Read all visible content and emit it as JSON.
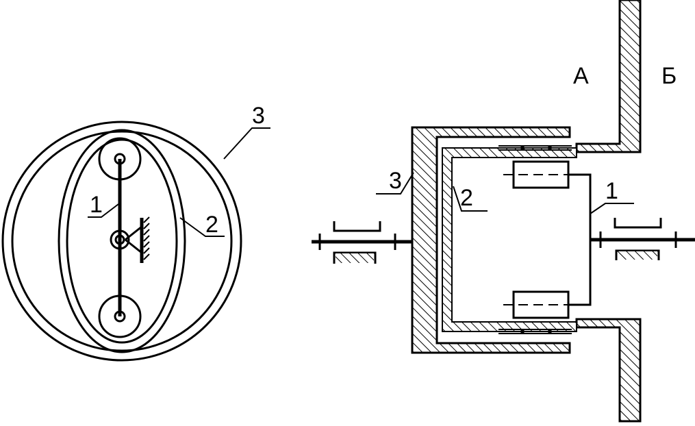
{
  "left_view": {
    "labels": {
      "arm": "1",
      "flex_wheel": "2",
      "rigid_wheel": "3"
    }
  },
  "right_view": {
    "labels": {
      "arm": "1",
      "flex_wheel": "2",
      "rigid_wheel": "3",
      "zone_a": "А",
      "zone_b": "Б"
    }
  }
}
